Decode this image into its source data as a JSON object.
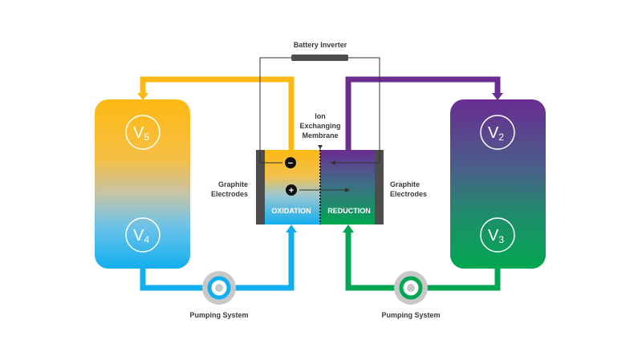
{
  "labels": {
    "battery_inverter": "Battery Inverter",
    "membrane_line1": "Ion",
    "membrane_line2": "Exchanging",
    "membrane_line3": "Membrane",
    "graphite_left_line1": "Graphite",
    "graphite_left_line2": "Electrodes",
    "graphite_right_line1": "Graphite",
    "graphite_right_line2": "Electrodes",
    "oxidation": "OXIDATION",
    "reduction": "REDUCTION",
    "pump_left": "Pumping System",
    "pump_right": "Pumping System"
  },
  "tanks": {
    "left_top": {
      "base": "V",
      "sub": "5"
    },
    "left_bottom": {
      "base": "V",
      "sub": "4"
    },
    "right_top": {
      "base": "V",
      "sub": "2"
    },
    "right_bottom": {
      "base": "V",
      "sub": "3"
    }
  },
  "symbols": {
    "minus": "−",
    "plus": "+"
  },
  "colors": {
    "yellow": "#FDB913",
    "blue": "#12AEEF",
    "purple": "#6A2C91",
    "green": "#00A650",
    "electrode": "#4D4D4D",
    "pump_ring": "#C8C8C8",
    "wire": "#333333"
  }
}
